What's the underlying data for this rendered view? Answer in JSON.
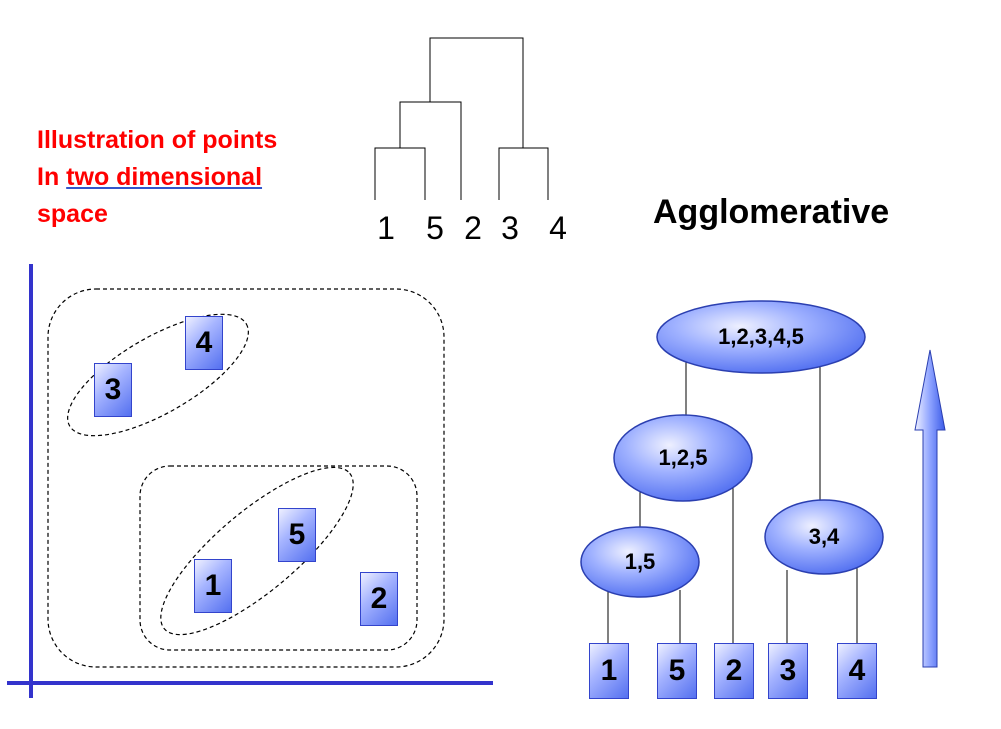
{
  "caption": {
    "line1": "Illustration of points",
    "line2_prefix": "In ",
    "line2_underlined": "two dimensional",
    "line3": "space"
  },
  "title": "Agglomerative",
  "dendrogram": {
    "leaves": [
      "1",
      "5",
      "2",
      "3",
      "4"
    ]
  },
  "scatter_points": [
    {
      "label": "1"
    },
    {
      "label": "2"
    },
    {
      "label": "3"
    },
    {
      "label": "4"
    },
    {
      "label": "5"
    }
  ],
  "tree": {
    "root": "1,2,3,4,5",
    "node_125": "1,2,5",
    "node_15": "1,5",
    "node_34": "3,4",
    "leaves": [
      "1",
      "5",
      "2",
      "3",
      "4"
    ]
  },
  "colors": {
    "caption": "#ff0000",
    "axis": "#3333cc",
    "box": "#5470f0",
    "ellipse": "#6a86ff"
  },
  "icons": {
    "direction_arrow": "up-arrow-icon"
  }
}
